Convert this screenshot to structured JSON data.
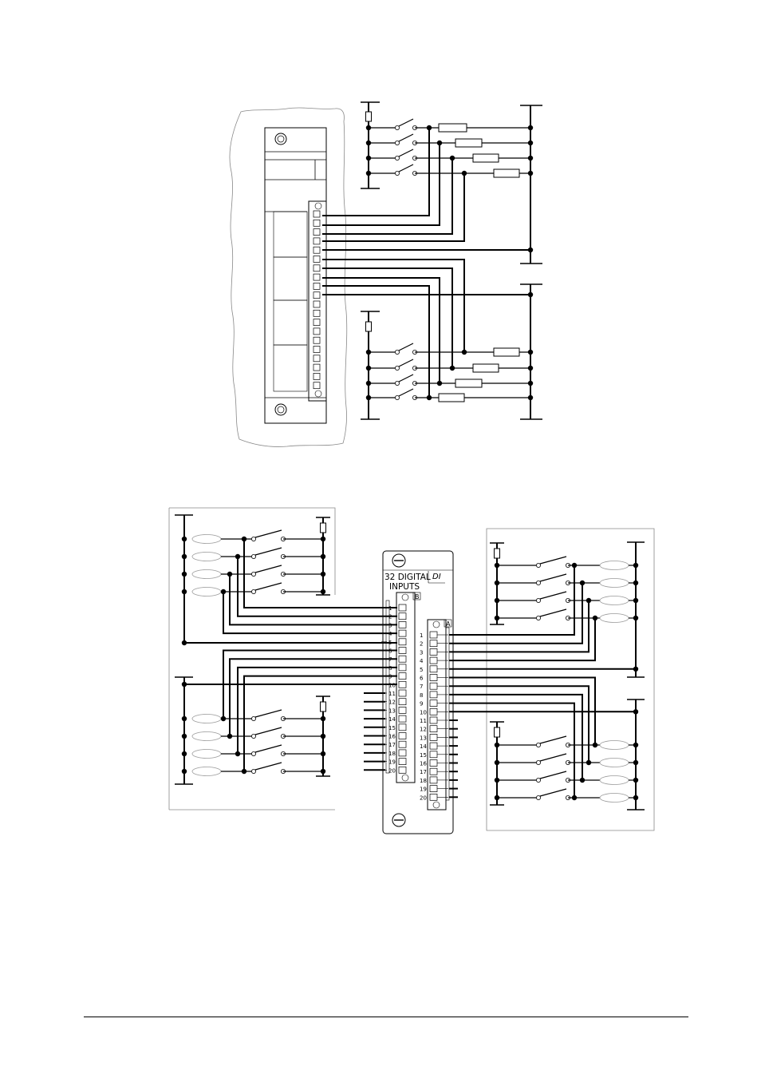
{
  "module": {
    "title_line1": "32 DIGITAL",
    "title_line2": "INPUTS",
    "tag": "DI",
    "connector_b": "B",
    "connector_a": "A",
    "pin_count": 20
  },
  "colors": {
    "line": "#000000",
    "panel": "#888888",
    "background": "#ffffff"
  }
}
